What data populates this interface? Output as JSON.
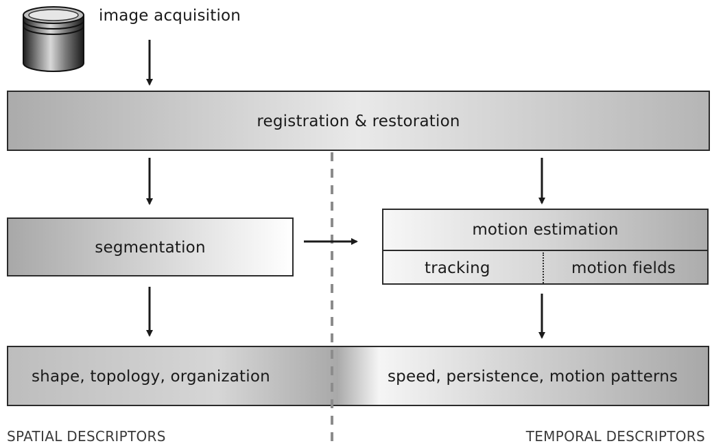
{
  "acquisition_label": "image acquisition",
  "registration_label": "registration & restoration",
  "segmentation_label": "segmentation",
  "motion_estimation_label": "motion estimation",
  "tracking_label": "tracking",
  "motion_fields_label": "motion fields",
  "spatial_features_label": "shape, topology, organization",
  "temporal_features_label": "speed, persistence, motion patterns",
  "spatial_footer": "SPATIAL DESCRIPTORS",
  "temporal_footer": "TEMPORAL DESCRIPTORS",
  "icon": "storage-cylinder-icon"
}
